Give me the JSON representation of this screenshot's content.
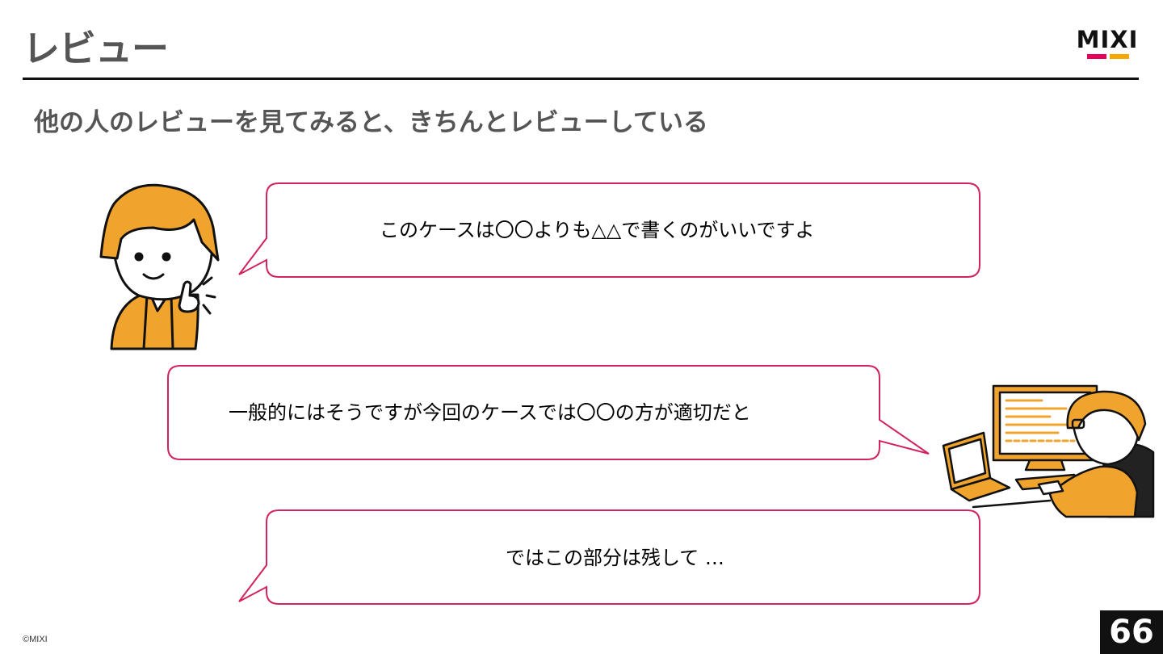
{
  "slide": {
    "title": "レビュー",
    "subtitle": "他の人のレビューを見てみると、きちんとレビューしている",
    "page_number": "66",
    "copyright": "©MIXI"
  },
  "logo": {
    "text": "MIXI",
    "accent_pink": "#e6005a",
    "accent_orange": "#f5a800"
  },
  "bubbles": [
    {
      "text": "このケースは〇〇よりも△△で書くのがいいですよ"
    },
    {
      "text": "一般的にはそうですが今回のケースでは〇〇の方が適切だと"
    },
    {
      "text": "ではこの部分は残して …"
    }
  ],
  "colors": {
    "bubble_border": "#d1245e",
    "character_orange": "#f0a42d",
    "heading_gray": "#555555"
  }
}
